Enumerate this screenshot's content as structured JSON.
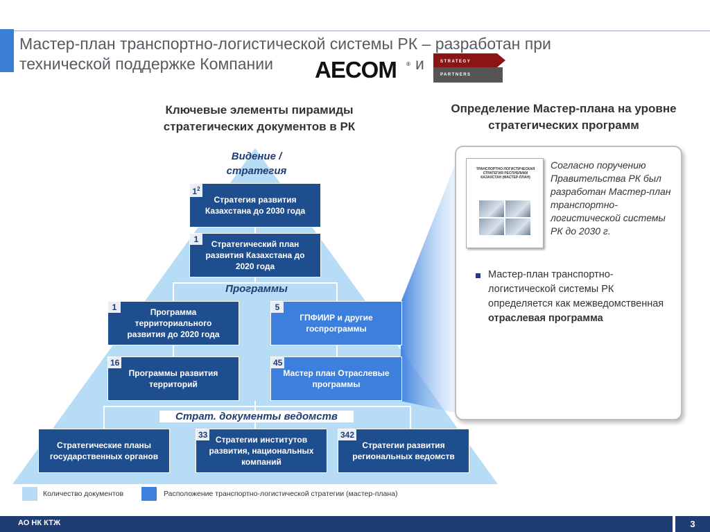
{
  "title": {
    "line1": "Мастер-план транспортно-логистической системы РК – разработан при",
    "line2": "технической поддержке Компании",
    "and": "и"
  },
  "logos": {
    "aecom": "AECOM",
    "sp_top": "STRATEGY",
    "sp_bottom": "PARTNERS"
  },
  "pyramid": {
    "heading": "Ключевые элементы пирамиды стратегических документов в РК",
    "level_vision": "Видение / стратегия",
    "level_programs": "Программы",
    "level_dept": "Страт. документы ведомств",
    "boxes": [
      {
        "badge": "1²",
        "text": "Стратегия развития Казахстана до 2030 года"
      },
      {
        "badge": "1",
        "text": "Стратегический план развития Казахстана до 2020 года"
      },
      {
        "badge": "1",
        "text": "Программа территориального развития до 2020 года"
      },
      {
        "badge": "5",
        "text": "ГПФИИР и другие госпрограммы"
      },
      {
        "badge": "16",
        "text": "Программы развития территорий"
      },
      {
        "badge": "45",
        "text": "Мастер план Отраслевые программы"
      },
      {
        "badge": "",
        "text": "Стратегические планы государственных органов"
      },
      {
        "badge": "33",
        "text": "Стратегии институтов развития, национальных компаний"
      },
      {
        "badge": "342",
        "text": "Стратегии развития региональных ведомств"
      }
    ]
  },
  "right": {
    "heading": "Определение Мастер-плана на уровне стратегических программ",
    "booklet_title": "ТРАНСПОРТНО-ЛОГИСТИЧЕСКАЯ СТРАТЕГИЯ РЕСПУБЛИКИ КАЗАХСТАН (МАСТЕР-ПЛАН)",
    "italic_text": "Согласно поручению Правительства РК был разработан Мастер-план транспортно-логистической системы РК до 2030 г.",
    "bullet_text_plain": "Мастер-план транспортно-логистической системы РК определяется как межведомственная",
    "bullet_text_bold": "отраслевая программа"
  },
  "legend": {
    "count": "Количество документов",
    "location": "Расположение транспортно-логистической стратегии (мастер-плана)"
  },
  "footer": {
    "org": "АО НК КТЖ",
    "page": "3"
  },
  "colors": {
    "dark_box": "#1f4e8e",
    "light_box": "#3c7fdd",
    "pyramid_fill": "#b7dcf5",
    "footer": "#1f3d73"
  }
}
